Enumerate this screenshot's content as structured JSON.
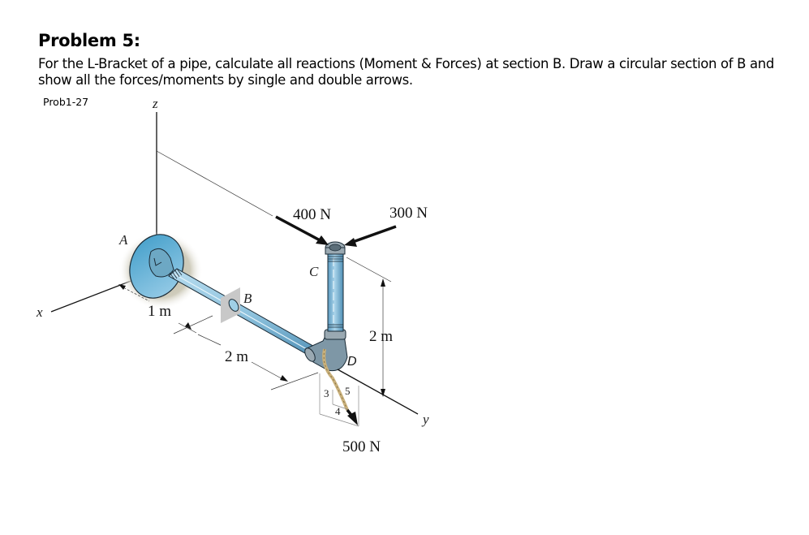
{
  "document": {
    "title": "Problem 5:",
    "statement_line1": "For the L-Bracket of a pipe, calculate all reactions (Moment & Forces) at section B. Draw a circular section of B and",
    "statement_line2": "show all the forces/moments by single and double arrows.",
    "figure_ref": "Prob1-27"
  },
  "figure": {
    "axes": {
      "x": "x",
      "y": "y",
      "z": "z"
    },
    "points": {
      "A": "A",
      "B": "B",
      "C": "C",
      "D": "D"
    },
    "dimensions": {
      "AB": "1 m",
      "BD": "2 m",
      "DC": "2 m"
    },
    "forces": {
      "f1": "400 N",
      "f2": "300 N",
      "f3": "500 N"
    },
    "slope_triangle": {
      "rise": "3",
      "run": "4",
      "hyp": "5"
    },
    "colors": {
      "pipe": "#8fc3de",
      "pipe_dark": "#4f8fb5",
      "flange": "#5aaed3",
      "shadow": "#c9c6b4",
      "fitting": "#7e97a6",
      "plate": "#c8c8c8",
      "rope": "#c9b07a"
    }
  }
}
